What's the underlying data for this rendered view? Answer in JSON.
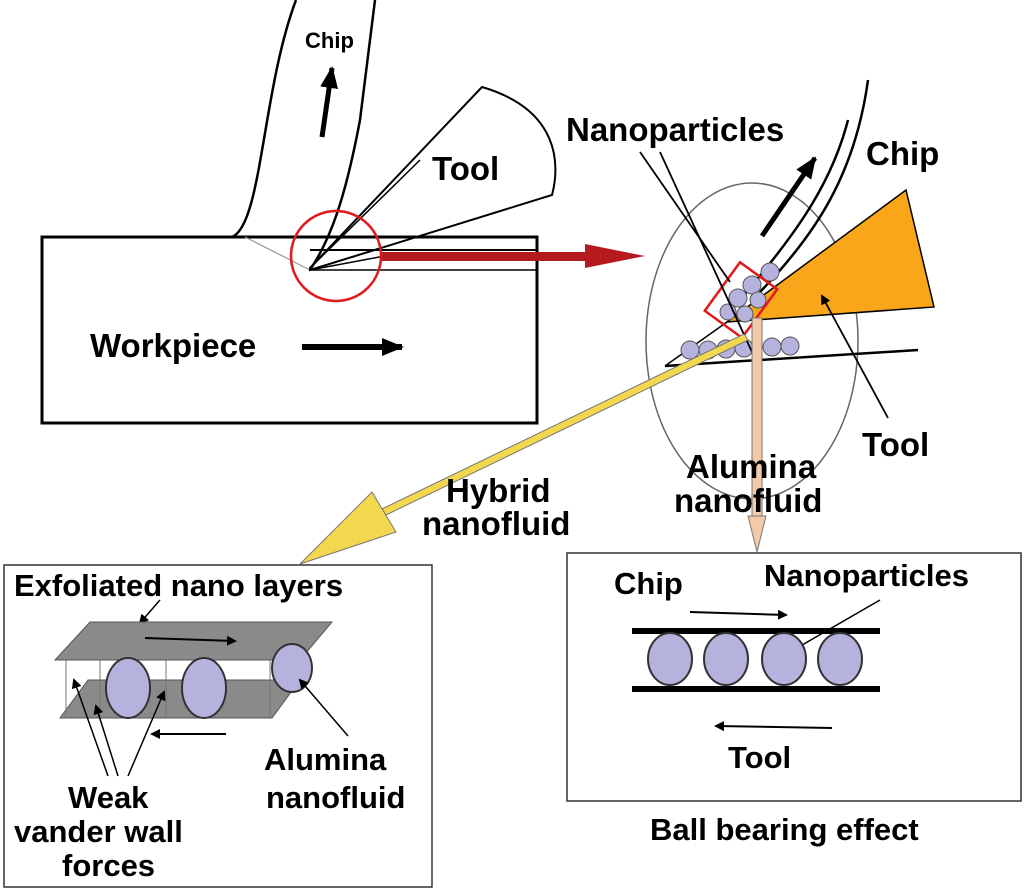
{
  "labels": {
    "chip_top": "Chip",
    "tool_top": "Tool",
    "workpiece": "Workpiece",
    "nanoparticles_zoom": "Nanoparticles",
    "chip_zoom": "Chip",
    "tool_zoom": "Tool",
    "alumina_nanofluid_mid_1": "Alumina",
    "alumina_nanofluid_mid_2": "nanofluid",
    "hybrid_nanofluid_1": "Hybrid",
    "hybrid_nanofluid_2": "nanofluid"
  },
  "left_panel": {
    "exfoliated": "Exfoliated nano layers",
    "weak_1": "Weak",
    "weak_2": "vander wall",
    "weak_3": "forces",
    "alumina_1": "Alumina",
    "alumina_2": "nanofluid"
  },
  "right_panel": {
    "chip": "Chip",
    "nanoparticles": "Nanoparticles",
    "tool": "Tool",
    "caption": "Ball bearing effect"
  },
  "colors": {
    "highlight_red": "#e0191b",
    "flow_arrow": "#b51a1e",
    "tool_orange": "#f9a61a",
    "particle_fill": "#b5b2de",
    "hybrid_arrow": "#f2d74f",
    "alumina_arrow": "#f3c9a8",
    "layer_gray": "#8a8a8a"
  }
}
